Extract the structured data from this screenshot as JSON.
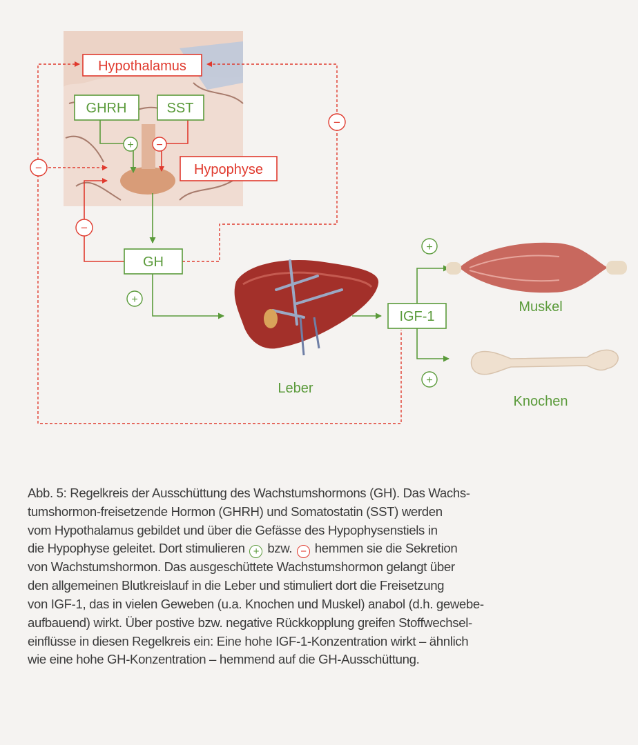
{
  "colors": {
    "background": "#f5f3f1",
    "red": "#e03a2e",
    "green": "#5a9a3a",
    "caption_text": "#3b3b3b"
  },
  "diagram": {
    "hypothalamus": "Hypothalamus",
    "ghrh": "GHRH",
    "sst": "SST",
    "hypophyse": "Hypophyse",
    "gh": "GH",
    "leber": "Leber",
    "igf1": "IGF-1",
    "muskel": "Muskel",
    "knochen": "Knochen",
    "plus": "+",
    "minus": "−"
  },
  "caption": {
    "line1": "Abb. 5: Regelkreis der Ausschüttung des Wachstumshormons (GH). Das Wachs-",
    "line2": "tumshormon-freisetzende Hormon (GHRH) und Somatostatin (SST) werden",
    "line3": "vom Hypothalamus gebildet und über die Gefässe des Hypophysenstiels in",
    "line4_a": "die Hypophyse geleitet. Dort stimulieren",
    "line4_plus": "+",
    "line4_b": "bzw.",
    "line4_minus": "−",
    "line4_c": "hemmen sie die Sekretion",
    "line5": "von Wachstumshormon. Das ausgeschüttete Wachstumshormon gelangt über",
    "line6": "den allgemeinen Blutkreislauf in die Leber und stimuliert dort die Freisetzung",
    "line7": "von IGF-1, das in vielen Geweben (u.a. Knochen und Muskel) anabol (d.h. gewebe-",
    "line8": "aufbauend) wirkt. Über postive bzw. negative Rückkopplung greifen Stoffwechsel-",
    "line9": "einflüsse in diesen Regelkreis ein: Eine hohe IGF-1-Konzentration wirkt – ähnlich",
    "line10": "wie eine hohe GH-Konzentration – hemmend auf die GH-Ausschüttung."
  }
}
